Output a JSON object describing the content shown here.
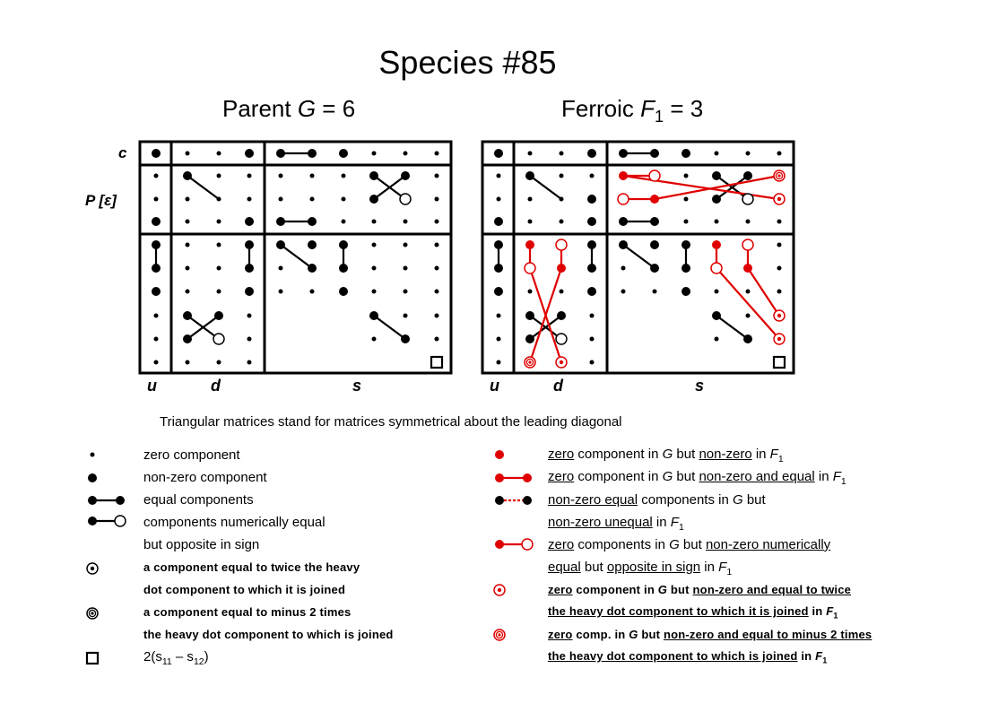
{
  "title": "Species  #85",
  "parent": {
    "label": "Parent ",
    "symbol": "G",
    "value": " = 6"
  },
  "ferroic": {
    "label": "Ferroic ",
    "symbol": "F",
    "sub": "1",
    "value": " = 3"
  },
  "row_labels": {
    "c": "c",
    "p_main": "P  [",
    "p_eps": "ε",
    "p_close": "]"
  },
  "col_labels": {
    "u": "u",
    "d": "d",
    "s": "s"
  },
  "caption": "Triangular matrices stand for matrices symmetrical about the leading diagonal",
  "legend_left": [
    "zero component",
    "non-zero component",
    "equal components",
    "components numerically equal",
    "but opposite in sign",
    "a component equal to twice the heavy",
    "dot component to which it is joined",
    "a component equal to minus 2 times",
    "the heavy dot component to which is joined",
    "2(s",
    "11",
    " – s",
    "12",
    ")"
  ],
  "legend_right": {
    "zero": "zero",
    "in_g": " component in ",
    "but": " but ",
    "in": " in ",
    "G": "G",
    "F": "F",
    "one": "1",
    "nonzero": "non-zero",
    "nonzero_equal": "non-zero and equal",
    "nonzero_equal_cap": "non-zero equal",
    "components_in": "  components in ",
    "unequal_line": "non-zero unequal",
    "zero_components": "zero",
    "components_in_g": " components in ",
    "numerically": "non-zero numerically ",
    "equal": "equal",
    "opposite": "opposite in sign",
    "twice": "non-zero and equal to twice   ",
    "heavy1": "the heavy dot component to which it is joined",
    "comp": " comp. in ",
    "minus2": "non-zero and equal to minus 2 times ",
    "heavy2": "the heavy dot component to which is joined"
  },
  "colors": {
    "black": "#000000",
    "red": "#e00000"
  }
}
